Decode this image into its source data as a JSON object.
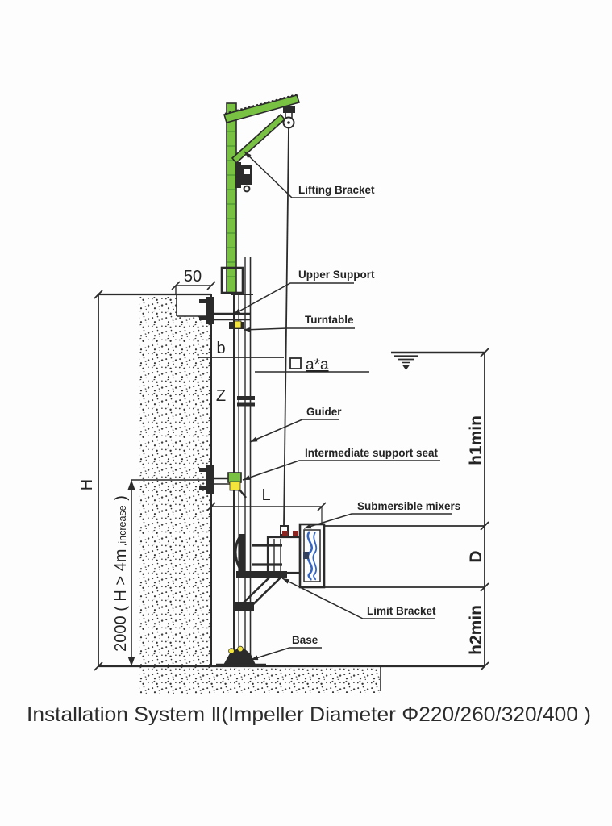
{
  "figure": {
    "title": "Installation System Ⅱ(Impeller Diameter Φ220/260/320/400 )"
  },
  "colors": {
    "line": "#2b2b2b",
    "text": "#232323",
    "green": "#79c143",
    "green_dark": "#3f8a2b",
    "yellow": "#f4e53c",
    "blue": "#3465c0",
    "red": "#8e2420",
    "paper": "#fdfdfd"
  },
  "callouts": {
    "lifting_bracket": "Lifting Bracket",
    "upper_support": "Upper Support",
    "turntable": "Turntable",
    "guider": "Guider",
    "intermediate_support_seat": "Intermediate support seat",
    "submersible_mixers": "Submersible mixers",
    "limit_bracket": "Limit Bracket",
    "base": "Base"
  },
  "dimensions": {
    "offset_50": "50",
    "b": "b",
    "square_section": "a*a",
    "z": "Z",
    "l": "L",
    "h": "H",
    "note_main": "2000 ( H > 4m",
    "note_small": " ,increase",
    "note_close": " )",
    "h1min": "h1min",
    "d": "D",
    "h2min": "h2min"
  }
}
